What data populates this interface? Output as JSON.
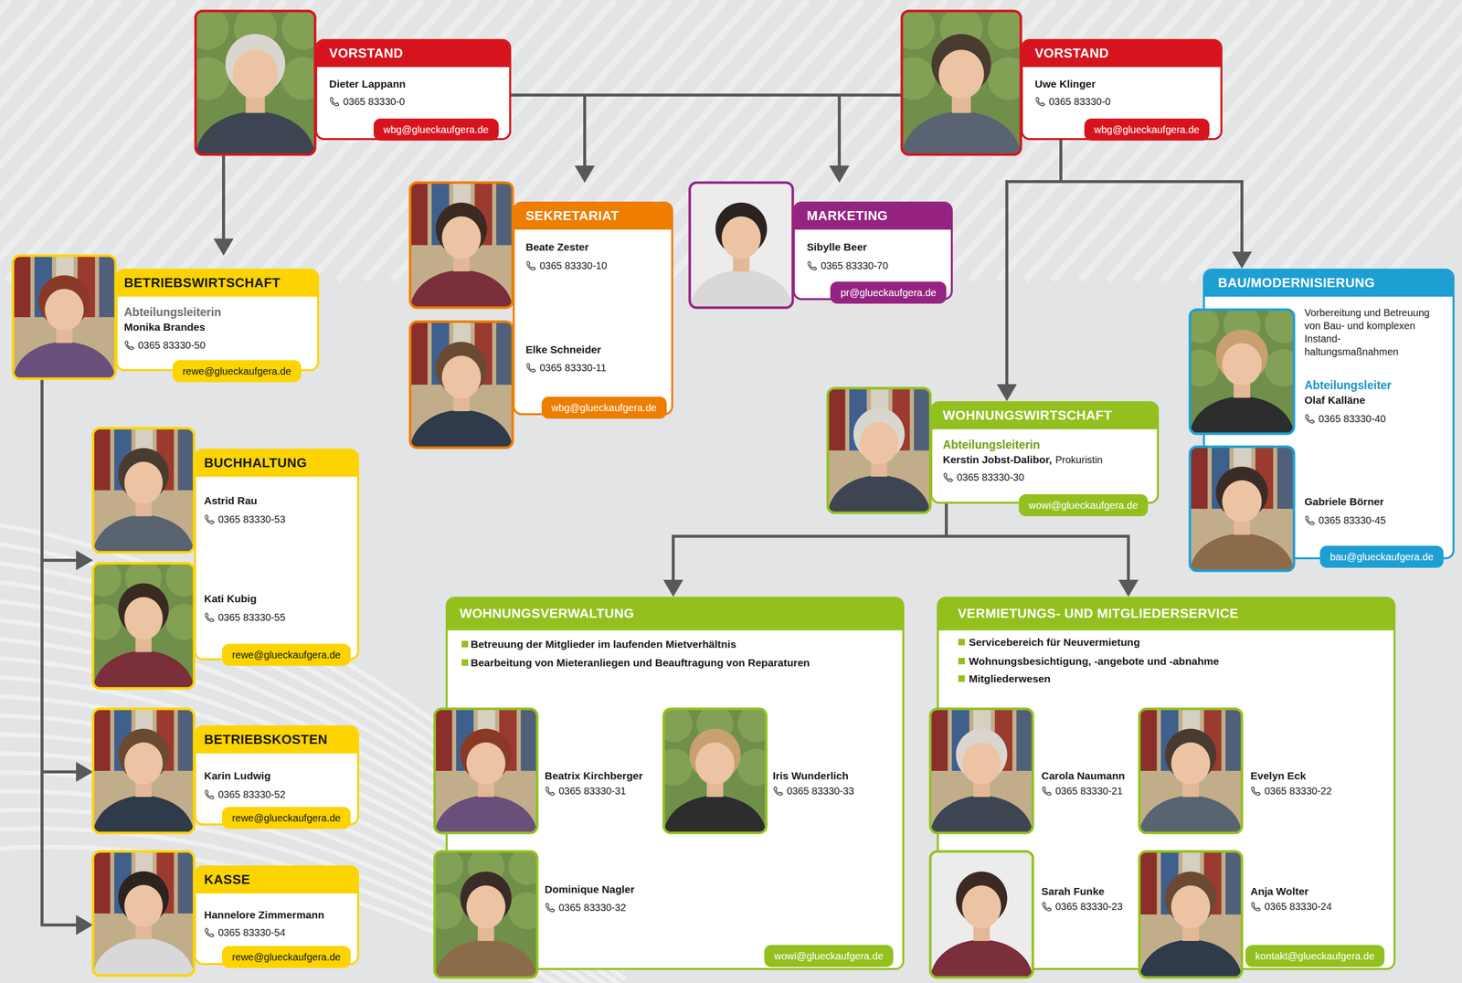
{
  "diagram": {
    "nodes": [
      {
        "text": [
          "VORSTAND",
          "Dieter Lappann",
          "0365 83330-0",
          "wbg@glueckaufgera.de"
        ]
      },
      {
        "text": [
          "VORSTAND",
          "Uwe Klinger",
          "0365 83330-0",
          "wbg@glueckaufgera.de"
        ]
      },
      {
        "text": [
          "SEKRETARIAT",
          "Beate Zester",
          "0365 83330-10",
          "Elke Schneider",
          "0365 83330-11",
          "wbg@glueckaufgera.de"
        ]
      },
      {
        "text": [
          "MARKETING",
          "Sibylle Beer",
          "0365 83330-70",
          "pr@glueckaufgera.de"
        ]
      },
      {
        "text": [
          "BETRIEBSWIRTSCHAFT",
          "Abteilungsleiterin",
          "Monika Brandes",
          "0365 83330-50",
          "rewe@glueckaufgera.de"
        ]
      },
      {
        "text": [
          "BAU/MODERNISIERUNG",
          "Vorbereitung und Betreuung von Bau- und komplexen Instand- haltungsmaßnahmen",
          "Abteilungsleiter",
          "Olaf Kalläne",
          "0365 83330-40",
          "Gabriele Börner",
          "0365 83330-45",
          "bau@glueckaufgera.de"
        ]
      },
      {
        "text": [
          "WOHNUNGSWIRTSCHAFT",
          "Abteilungsleiterin",
          "Kerstin Jobst-Dalibor,",
          "Prokuristin",
          "0365 83330-30",
          "wowi@glueckaufgera.de"
        ]
      },
      {
        "text": [
          "BUCHHALTUNG",
          "Astrid Rau",
          "0365 83330-53",
          "Kati Kubig",
          "0365 83330-55",
          "rewe@glueckaufgera.de"
        ]
      },
      {
        "text": [
          "BETRIEBSKOSTEN",
          "Karin Ludwig",
          "0365 83330-52",
          "rewe@glueckaufgera.de"
        ]
      },
      {
        "text": [
          "KASSE",
          "Hannelore Zimmermann",
          "0365 83330-54",
          "rewe@glueckaufgera.de"
        ]
      },
      {
        "text": [
          "WOHNUNGSVERWALTUNG",
          "Betreuung der Mitglieder im laufenden Mietverhältnis",
          "Bearbeitung von Mieteranliegen und Beauftragung von Reparaturen",
          "Beatrix Kirchberger",
          "0365 83330-31",
          "Iris Wunderlich",
          "0365 83330-33",
          "Dominique Nagler",
          "0365 83330-32",
          "wowi@glueckaufgera.de"
        ]
      },
      {
        "text": [
          "VERMIETUNGS- UND MITGLIEDERSERVICE",
          "Servicebereich für Neuvermietung",
          "Wohnungsbesichtigung, -angebote und -abnahme",
          "Mitgliederwesen",
          "Carola Naumann",
          "0365 83330-21",
          "Evelyn Eck",
          "0365 83330-22",
          "Sarah Funke",
          "0365 83330-23",
          "Anja Wolter",
          "0365 83330-24",
          "kontakt@glueckaufgera.de"
        ]
      }
    ],
    "edges": [
      {
        "from": 0,
        "to": 4,
        "arrow": "to"
      },
      {
        "from": 0,
        "to": 2,
        "arrow": "to"
      },
      {
        "from": 0,
        "to": 3,
        "arrow": "to"
      },
      {
        "from": 1,
        "to": 2,
        "arrow": "to"
      },
      {
        "from": 1,
        "to": 3,
        "arrow": "to"
      },
      {
        "from": 1,
        "to": 6,
        "arrow": "to"
      },
      {
        "from": 1,
        "to": 5,
        "arrow": "to"
      },
      {
        "from": 4,
        "to": 7,
        "arrow": "to"
      },
      {
        "from": 4,
        "to": 8,
        "arrow": "to"
      },
      {
        "from": 4,
        "to": 9,
        "arrow": "to"
      },
      {
        "from": 6,
        "to": 10,
        "arrow": "to"
      },
      {
        "from": 6,
        "to": 11,
        "arrow": "to"
      }
    ]
  }
}
